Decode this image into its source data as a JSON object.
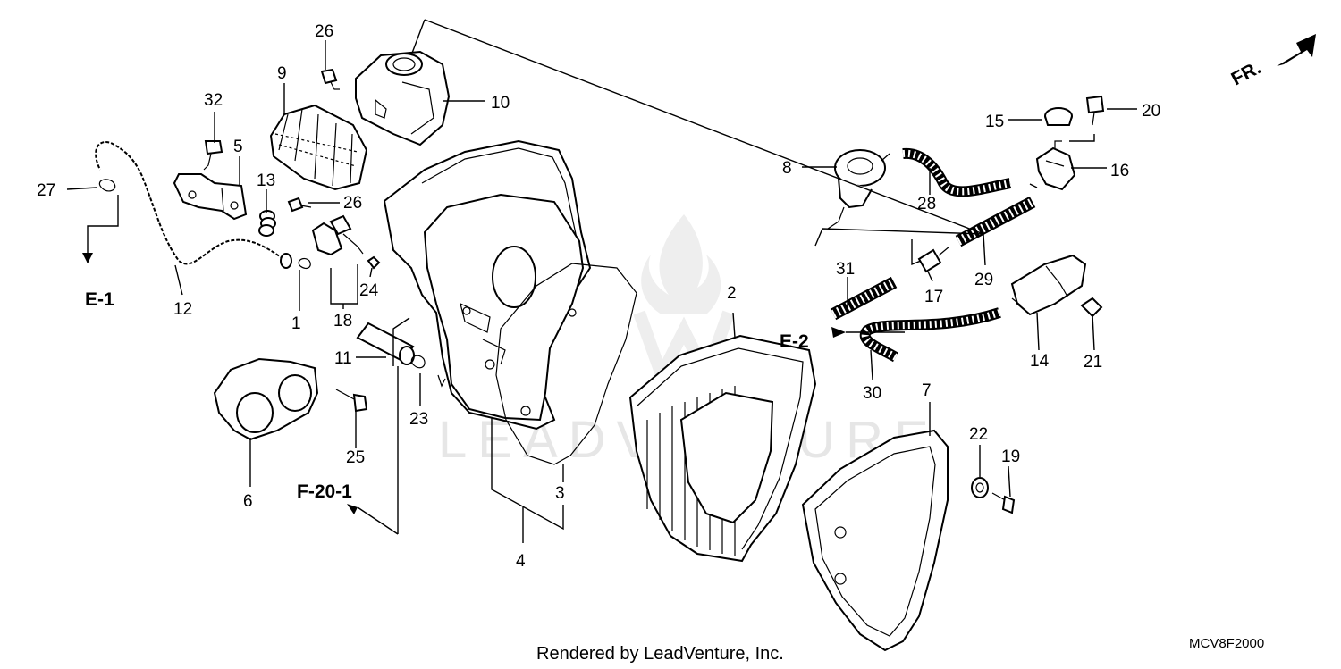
{
  "watermark": "LEADVENTURE",
  "footer": "Rendered by LeadVenture, Inc.",
  "diagram_code": "MCV8F2000",
  "direction_label": "FR.",
  "references": {
    "e1": "E-1",
    "e2": "E-2",
    "f201": "F-20-1"
  },
  "callouts": {
    "c1": "1",
    "c2": "2",
    "c3": "3",
    "c4": "4",
    "c5": "5",
    "c6": "6",
    "c7": "7",
    "c8": "8",
    "c9": "9",
    "c10": "10",
    "c11": "11",
    "c12": "12",
    "c13": "13",
    "c14": "14",
    "c15": "15",
    "c16": "16",
    "c17": "17",
    "c18": "18",
    "c19": "19",
    "c20": "20",
    "c21": "21",
    "c22": "22",
    "c23": "23",
    "c24": "24",
    "c25": "25",
    "c26a": "26",
    "c26b": "26",
    "c27": "27",
    "c28": "28",
    "c29": "29",
    "c30": "30",
    "c31": "31",
    "c32": "32"
  }
}
